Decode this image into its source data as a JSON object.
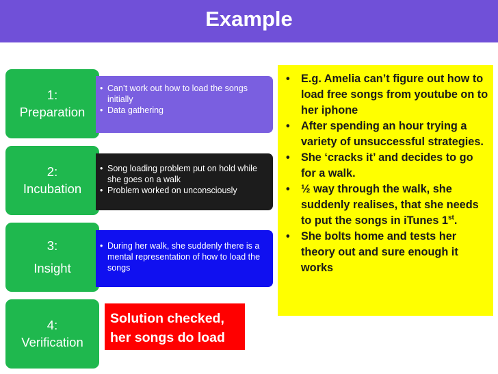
{
  "title": "Example",
  "stages": [
    {
      "number": "1:",
      "name": "Preparation",
      "color": "#1fb84e"
    },
    {
      "number": "2:",
      "name": "Incubation",
      "color": "#1fb84e"
    },
    {
      "number": "3:",
      "name": "Insight",
      "color": "#1fb84e"
    },
    {
      "number": "4:",
      "name": "Verification",
      "color": "#1fb84e"
    }
  ],
  "details": [
    {
      "color": "#7a5fe0",
      "bullets": [
        "Can’t work out how to load the songs initially",
        "Data gathering"
      ]
    },
    {
      "color": "#1c1c1c",
      "bullets": [
        "Song loading problem  put on hold while she goes on a walk",
        "Problem worked on unconsciously"
      ]
    },
    {
      "color": "#1010f0",
      "bullets": [
        "During her walk,  she suddenly there is a mental representation of how to load the songs"
      ]
    }
  ],
  "solution": {
    "line1": "Solution checked,",
    "line2": "her songs do load",
    "color": "#ff0000"
  },
  "example_panel": {
    "color": "#ffff00",
    "bullets": [
      "E.g. Amelia can’t figure out how to load free songs from youtube on to her iphone",
      "After spending an hour trying a variety of unsuccessful strategies.",
      "She ‘cracks it’ and decides to go for a walk.",
      "½ way through the walk, she suddenly realises, that she needs to put the songs in iTunes 1",
      "She bolts home and tests her theory out and sure enough it works"
    ],
    "bullet4_sup": "st",
    "bullet4_end": "."
  }
}
